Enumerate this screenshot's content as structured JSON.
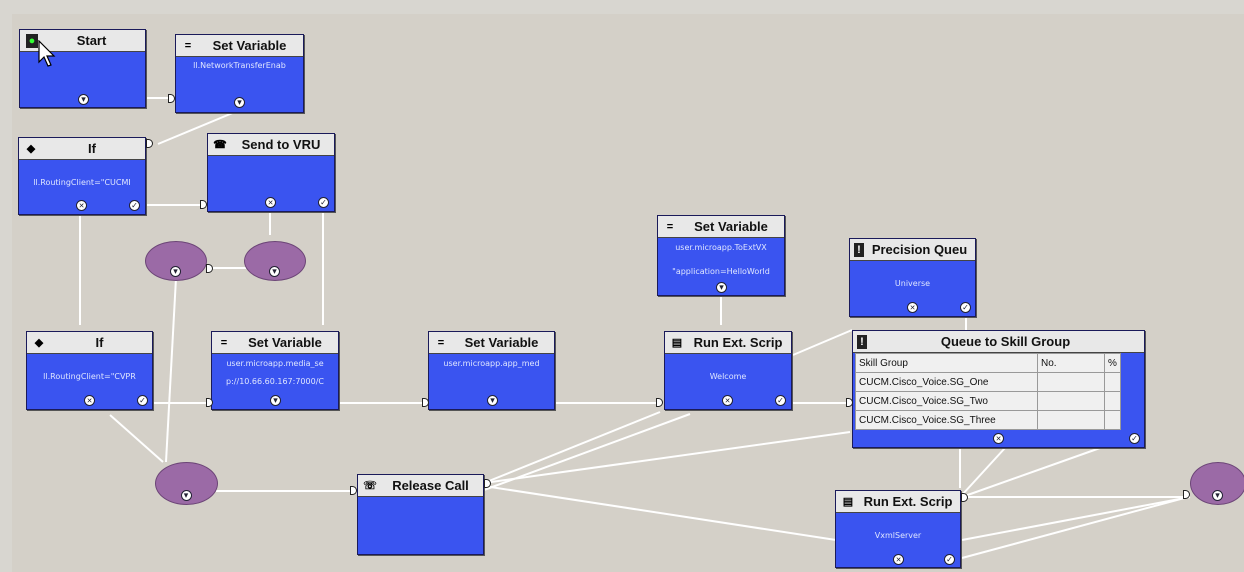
{
  "nodes": {
    "start": {
      "title": "Start"
    },
    "setvar1": {
      "title": "Set Variable",
      "value": "ll.NetworkTransferEnab"
    },
    "if1": {
      "title": "If",
      "value": "ll.RoutingClient=\"CUCMI"
    },
    "sendvru": {
      "title": "Send to VRU"
    },
    "if2": {
      "title": "If",
      "value": "ll.RoutingClient=\"CVPR"
    },
    "setvar2": {
      "title": "Set Variable",
      "value": "user.microapp.media_se",
      "value2": "p://10.66.60.167:7000/C"
    },
    "setvar3": {
      "title": "Set Variable",
      "value": "user.microapp.app_med"
    },
    "setvar4": {
      "title": "Set Variable",
      "value": "user.microapp.ToExtVX",
      "value2": "\"application=HelloWorld"
    },
    "runext1": {
      "title": "Run Ext. Scrip",
      "value": "Welcome"
    },
    "precision": {
      "title": "Precision Queu",
      "value": "Universe"
    },
    "queue": {
      "title": "Queue to Skill Group",
      "columns": [
        "Skill Group",
        "No.",
        "%"
      ],
      "rows": [
        [
          "CUCM.Cisco_Voice.SG_One",
          "",
          ""
        ],
        [
          "CUCM.Cisco_Voice.SG_Two",
          "",
          ""
        ],
        [
          "CUCM.Cisco_Voice.SG_Three",
          "",
          ""
        ]
      ]
    },
    "release": {
      "title": "Release Call"
    },
    "runext2": {
      "title": "Run Ext. Scrip",
      "value": "VxmlServer"
    }
  },
  "colors": {
    "node_body": "#3a54f0",
    "canvas": "#d4d0c8",
    "connector": "#9b6aa6",
    "header": "#e8e8e8"
  },
  "icons": [
    "traffic-light-icon",
    "equals-icon",
    "diamond-icon",
    "vru-icon",
    "script-icon",
    "queue-icon",
    "release-icon",
    "mouse-pointer-icon"
  ]
}
